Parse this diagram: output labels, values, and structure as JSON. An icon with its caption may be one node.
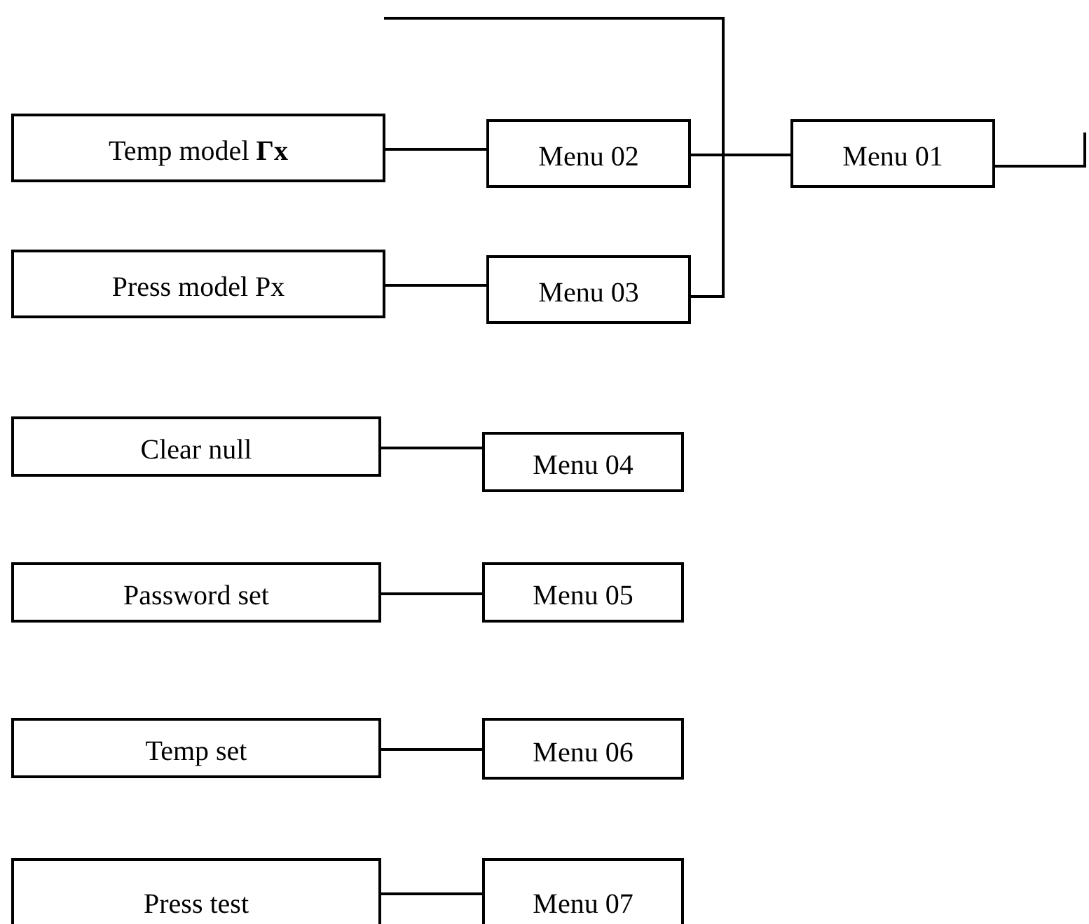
{
  "diagram": {
    "nodes": [
      {
        "text": [
          "Temp model **Γx**"
        ]
      },
      {
        "text": [
          "Menu 02"
        ]
      },
      {
        "text": [
          "Menu 01"
        ]
      },
      {
        "text": [
          "Press model Px"
        ]
      },
      {
        "text": [
          "Menu 03"
        ]
      },
      {
        "text": [
          "Clear null"
        ]
      },
      {
        "text": [
          "Menu 04"
        ]
      },
      {
        "text": [
          "Password set"
        ]
      },
      {
        "text": [
          "Menu 05"
        ]
      },
      {
        "text": [
          "Temp set"
        ]
      },
      {
        "text": [
          "Menu 06"
        ]
      },
      {
        "text": [
          "Press test"
        ]
      },
      {
        "text": [
          "Menu 07"
        ]
      }
    ],
    "edges": [
      {
        "from": 0,
        "to": 1,
        "arrow": "none"
      },
      {
        "from": 1,
        "to": 2,
        "arrow": "none"
      },
      {
        "from": 4,
        "to": 2,
        "arrow": "none"
      },
      {
        "from": null,
        "to": 2,
        "arrow": "none"
      },
      {
        "from": 2,
        "to": null,
        "arrow": "none"
      },
      {
        "from": 3,
        "to": 4,
        "arrow": "none"
      },
      {
        "from": 5,
        "to": 6,
        "arrow": "none"
      },
      {
        "from": 7,
        "to": 8,
        "arrow": "none"
      },
      {
        "from": 9,
        "to": 10,
        "arrow": "none"
      },
      {
        "from": 11,
        "to": 12,
        "arrow": "none"
      }
    ]
  }
}
